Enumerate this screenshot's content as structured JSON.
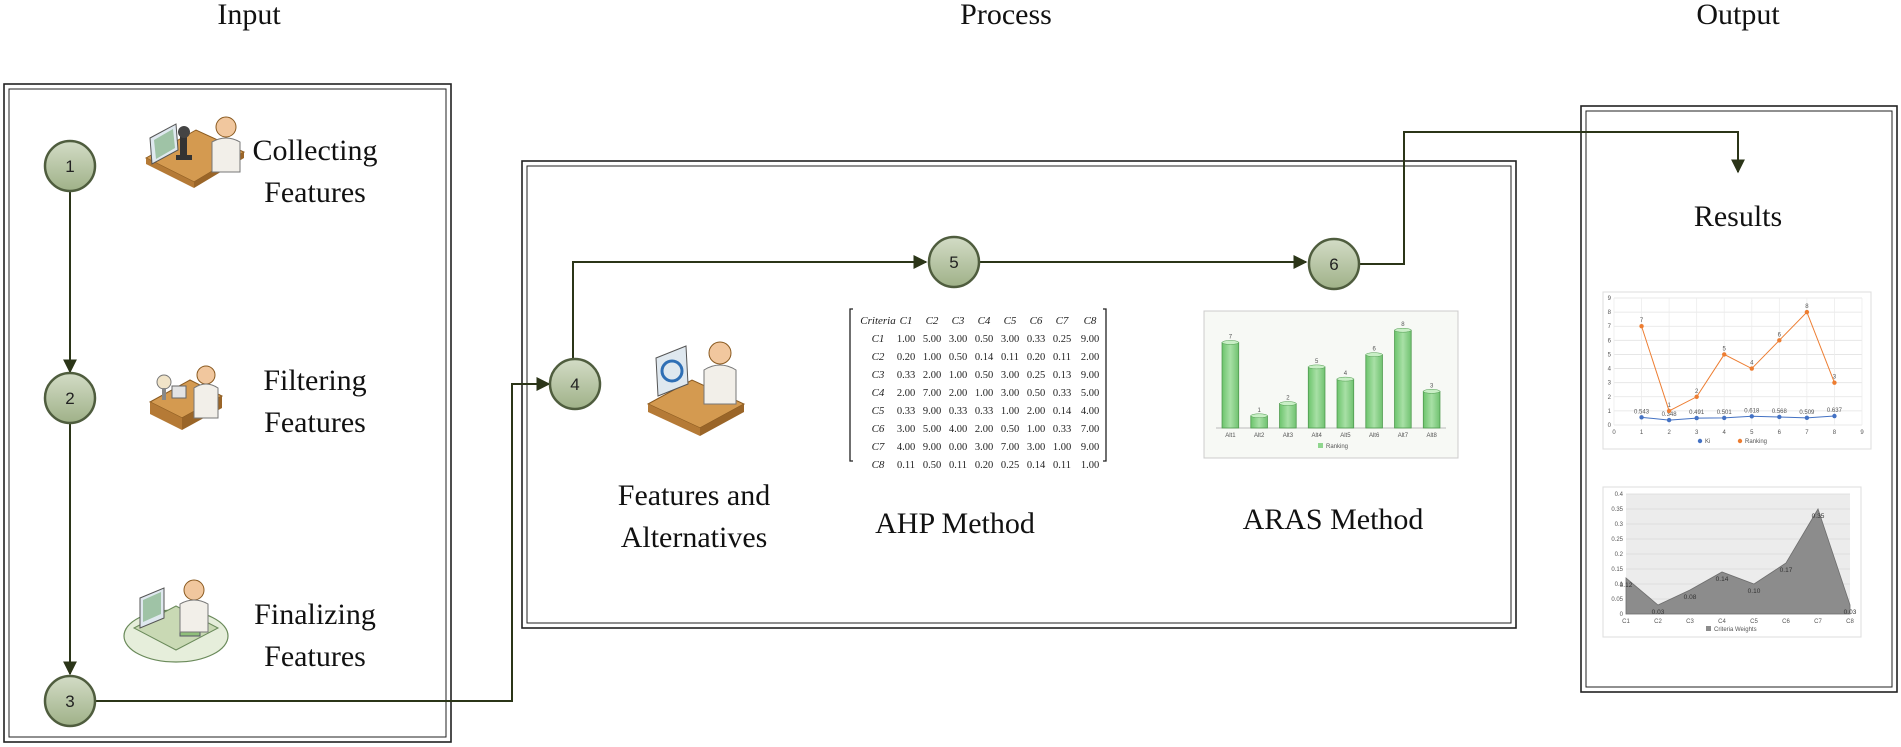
{
  "columns": {
    "input": "Input",
    "process": "Process",
    "output": "Output"
  },
  "steps": {
    "collecting": [
      "Collecting",
      "Features"
    ],
    "filtering": [
      "Filtering",
      "Features"
    ],
    "finalizing": [
      "Finalizing",
      "Features"
    ],
    "features_alternatives": [
      "Features and",
      "Alternatives"
    ],
    "ahp": "AHP Method",
    "aras": "ARAS Method",
    "results": "Results"
  },
  "nodes": [
    "1",
    "2",
    "3",
    "4",
    "5",
    "6"
  ],
  "colors": {
    "node_fill": "#b5c4a1",
    "node_stroke": "#4f5d3e",
    "arrow": "#2b3518",
    "bar_green": "#8fd68e",
    "line_orange": "#ed7d31",
    "line_blue": "#4472c4",
    "area_gray": "#8c8c8c"
  },
  "ahp_table": {
    "header": [
      "Criteria",
      "C1",
      "C2",
      "C3",
      "C4",
      "C5",
      "C6",
      "C7",
      "C8"
    ],
    "rows": [
      [
        "C1",
        "1.00",
        "5.00",
        "3.00",
        "0.50",
        "3.00",
        "0.33",
        "0.25",
        "9.00"
      ],
      [
        "C2",
        "0.20",
        "1.00",
        "0.50",
        "0.14",
        "0.11",
        "0.20",
        "0.11",
        "2.00"
      ],
      [
        "C3",
        "0.33",
        "2.00",
        "1.00",
        "0.50",
        "3.00",
        "0.25",
        "0.13",
        "9.00"
      ],
      [
        "C4",
        "2.00",
        "7.00",
        "2.00",
        "1.00",
        "3.00",
        "0.50",
        "0.33",
        "5.00"
      ],
      [
        "C5",
        "0.33",
        "9.00",
        "0.33",
        "0.33",
        "1.00",
        "2.00",
        "0.14",
        "4.00"
      ],
      [
        "C6",
        "3.00",
        "5.00",
        "4.00",
        "2.00",
        "0.50",
        "1.00",
        "0.33",
        "7.00"
      ],
      [
        "C7",
        "4.00",
        "9.00",
        "0.00",
        "3.00",
        "7.00",
        "3.00",
        "1.00",
        "9.00"
      ],
      [
        "C8",
        "0.11",
        "0.50",
        "0.11",
        "0.20",
        "0.25",
        "0.14",
        "0.11",
        "1.00"
      ]
    ]
  },
  "chart_data": [
    {
      "type": "bar",
      "categories": [
        "Alt1",
        "Alt2",
        "Alt3",
        "Alt4",
        "Alt5",
        "Alt6",
        "Alt7",
        "Alt8"
      ],
      "series": [
        {
          "name": "Ranking",
          "values": [
            7,
            1,
            2,
            5,
            4,
            6,
            8,
            3
          ]
        }
      ],
      "ylim": [
        0,
        9
      ],
      "legend": "bottom"
    },
    {
      "type": "line",
      "x": [
        1,
        2,
        3,
        4,
        5,
        6,
        7,
        8
      ],
      "series": [
        {
          "name": "Ki",
          "values": [
            0.543,
            0.348,
            0.491,
            0.501,
            0.618,
            0.568,
            0.509,
            0.637
          ]
        },
        {
          "name": "Ranking",
          "values": [
            7,
            1,
            2,
            5,
            4,
            6,
            8,
            3
          ]
        }
      ],
      "xlim": [
        0,
        9
      ],
      "ylim": [
        0,
        9
      ],
      "xticks": [
        "0",
        "1",
        "2",
        "3",
        "4",
        "5",
        "6",
        "7",
        "8",
        "9"
      ],
      "yticks": [
        "0",
        "1",
        "2",
        "3",
        "4",
        "5",
        "6",
        "7",
        "8",
        "9"
      ],
      "legend": "bottom",
      "grid": true
    },
    {
      "type": "area",
      "categories": [
        "C1",
        "C2",
        "C3",
        "C4",
        "C5",
        "C6",
        "C7",
        "C8"
      ],
      "series": [
        {
          "name": "Criteria Weights",
          "values": [
            0.12,
            0.03,
            0.08,
            0.14,
            0.1,
            0.17,
            0.35,
            0.03
          ]
        }
      ],
      "data_labels": [
        "0.12",
        "0.03",
        "0.08",
        "0.14",
        "0.10",
        "0.17",
        "0.35",
        "0.03"
      ],
      "ylim": [
        0,
        0.4
      ],
      "yticks": [
        "0",
        "0.05",
        "0.1",
        "0.15",
        "0.2",
        "0.25",
        "0.3",
        "0.35",
        "0.4"
      ],
      "legend": "bottom"
    }
  ]
}
